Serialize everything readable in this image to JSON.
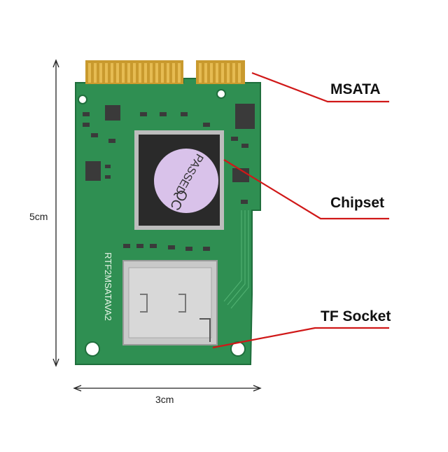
{
  "labels": {
    "msata": "MSATA",
    "chipset": "Chipset",
    "tf_socket": "TF Socket"
  },
  "dimensions": {
    "height": "5cm",
    "width": "3cm"
  },
  "chip_stamp": {
    "line1": "PASSED",
    "line2": "QC"
  },
  "board_silkscreen": "RTF2MSATAVA2",
  "colors": {
    "pcb_green": "#2f8f52",
    "pcb_dark": "#1f6e3c",
    "gold": "#c99a2e",
    "chip": "#2a2a2a",
    "sticker": "#d9c2ea",
    "callout_line": "#d01818",
    "socket_metal": "#c9c9c9"
  }
}
